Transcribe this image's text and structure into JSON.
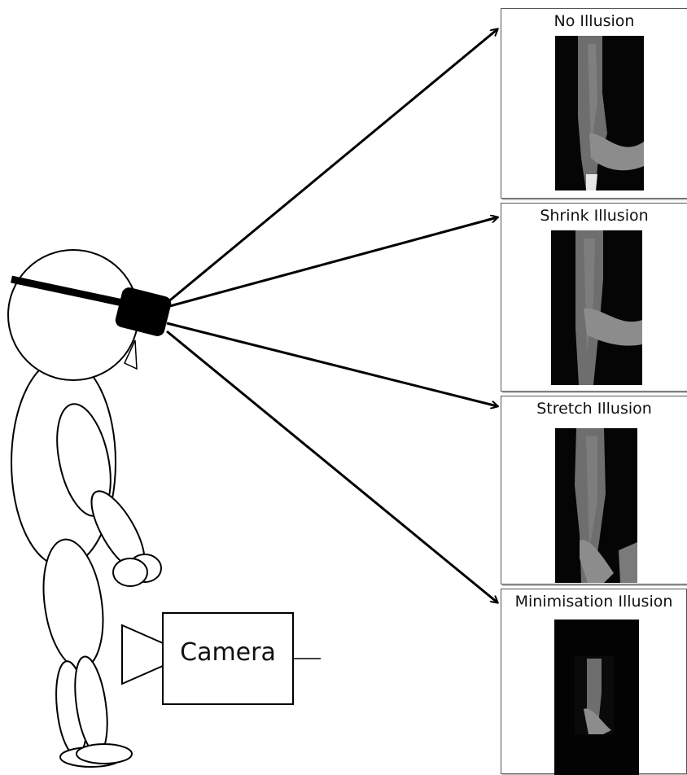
{
  "panels": [
    {
      "id": "no-illusion",
      "title": "No Illusion"
    },
    {
      "id": "shrink-illusion",
      "title": "Shrink Illusion"
    },
    {
      "id": "stretch-illusion",
      "title": "Stretch Illusion"
    },
    {
      "id": "minimisation-illusion",
      "title": "Minimisation Illusion"
    }
  ],
  "camera": {
    "label": "Camera"
  },
  "colors": {
    "stroke": "#000000",
    "photo_bg": "#050505",
    "skin": "#8a8a8a"
  }
}
